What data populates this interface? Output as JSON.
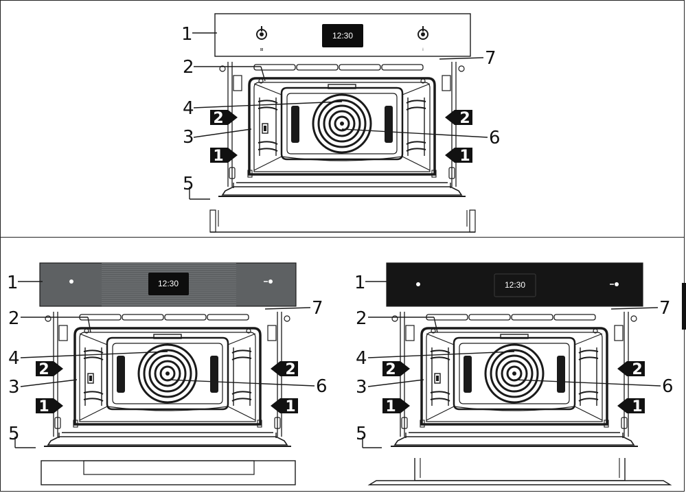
{
  "ovens": [
    {
      "id": "oven-top",
      "clock": "12:30",
      "panel": "light",
      "knob_left_symbol": "⊞",
      "knob_right_symbol": "⁞",
      "callouts": {
        "c1": "1",
        "c2": "2",
        "c3": "3",
        "c4": "4",
        "c5": "5",
        "c6": "6",
        "c7": "7"
      },
      "racks": {
        "r2_left": "2",
        "r2_right": "2",
        "r1_left": "1",
        "r1_right": "1"
      }
    },
    {
      "id": "oven-bottom-left",
      "clock": "12:30",
      "panel": "grey",
      "callouts": {
        "c1": "1",
        "c2": "2",
        "c3": "3",
        "c4": "4",
        "c5": "5",
        "c6": "6",
        "c7": "7"
      },
      "racks": {
        "r2_left": "2",
        "r2_right": "2",
        "r1_left": "1",
        "r1_right": "1"
      }
    },
    {
      "id": "oven-bottom-right",
      "clock": "12:30",
      "panel": "black",
      "callouts": {
        "c1": "1",
        "c2": "2",
        "c3": "3",
        "c4": "4",
        "c5": "5",
        "c6": "6",
        "c7": "7"
      },
      "racks": {
        "r2_left": "2",
        "r2_right": "2",
        "r1_left": "1",
        "r1_right": "1"
      }
    }
  ],
  "colors": {
    "line": "#1a1a1a",
    "panel_grey": "#5e6163",
    "panel_black": "#151515",
    "display": "#0d0d0d"
  }
}
